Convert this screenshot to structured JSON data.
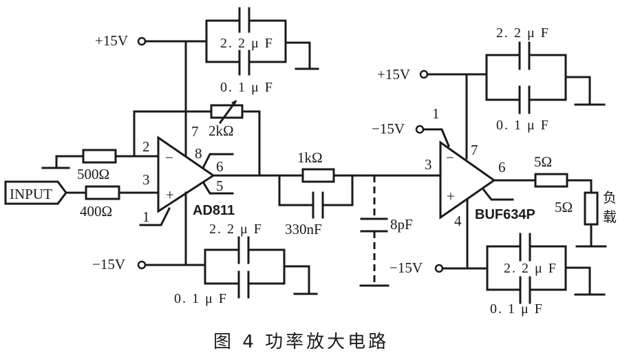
{
  "figure": {
    "caption": "图 4  功率放大电路"
  },
  "amp1": {
    "name": "AD811",
    "pins": {
      "p1": "1",
      "p2": "2",
      "p3": "3",
      "p5": "5",
      "p6": "6",
      "p7": "7",
      "p8": "8"
    },
    "inv": "−",
    "noninv": "+"
  },
  "amp2": {
    "name": "BUF634P",
    "pins": {
      "p1": "1",
      "p3": "3",
      "p4": "4",
      "p6": "6",
      "p7": "7"
    },
    "inv": "−",
    "noninv": "+"
  },
  "input": {
    "label": "INPUT"
  },
  "resistors": {
    "r_ground": "500Ω",
    "r_input": "400Ω",
    "r_feedback": "2kΩ",
    "r_series": "1kΩ",
    "r_out": "5Ω",
    "r_load": "5Ω"
  },
  "capacitors": {
    "c_series": "330nF",
    "c_parasitic": "8pF",
    "amp1_pos_large": "2. 2 μ F",
    "amp1_pos_small": "0. 1 μ F",
    "amp1_neg_large": "2. 2 μ F",
    "amp1_neg_small": "0. 1 μ F",
    "amp2_pos_large": "2. 2 μ F",
    "amp2_pos_small": "0. 1 μ F",
    "amp2_neg_large": "2. 2 μ F",
    "amp2_neg_small": "0. 1 μ F"
  },
  "supplies": {
    "amp1_pos": "+15V",
    "amp1_neg": "−15V",
    "amp2_pos": "+15V",
    "amp2_neg_pin1": "−15V",
    "amp2_neg": "−15V"
  },
  "load": {
    "line1": "负",
    "line2": "载"
  }
}
